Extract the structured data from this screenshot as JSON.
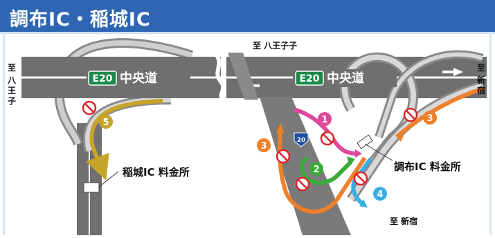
{
  "title": "調布IC・稲城IC",
  "destinations": {
    "left_vertical": "至八王子",
    "top": "至 八王子子",
    "right_vertical": "至新宿",
    "bottom": "至 新宿"
  },
  "route_signs": {
    "left": {
      "number": "E20",
      "name": "中央道"
    },
    "right": {
      "number": "E20",
      "name": "中央道"
    }
  },
  "route_shield": "20",
  "labels": {
    "inagi_toll": "稲城IC 料金所",
    "chofu_toll": "調布IC 料金所"
  },
  "ramps": [
    {
      "number": "1",
      "color": "#e0489a"
    },
    {
      "number": "2",
      "color": "#3aaa3a"
    },
    {
      "number": "3",
      "color": "#ee7f2b"
    },
    {
      "number": "3",
      "color": "#ee7f2b"
    },
    {
      "number": "4",
      "color": "#3aaee3"
    },
    {
      "number": "5",
      "color": "#c6a42a"
    }
  ],
  "colors": {
    "header": "#2f66b4",
    "road": "#707070",
    "sign_green": "#1b8a4a",
    "no_entry": "#d9252a"
  }
}
